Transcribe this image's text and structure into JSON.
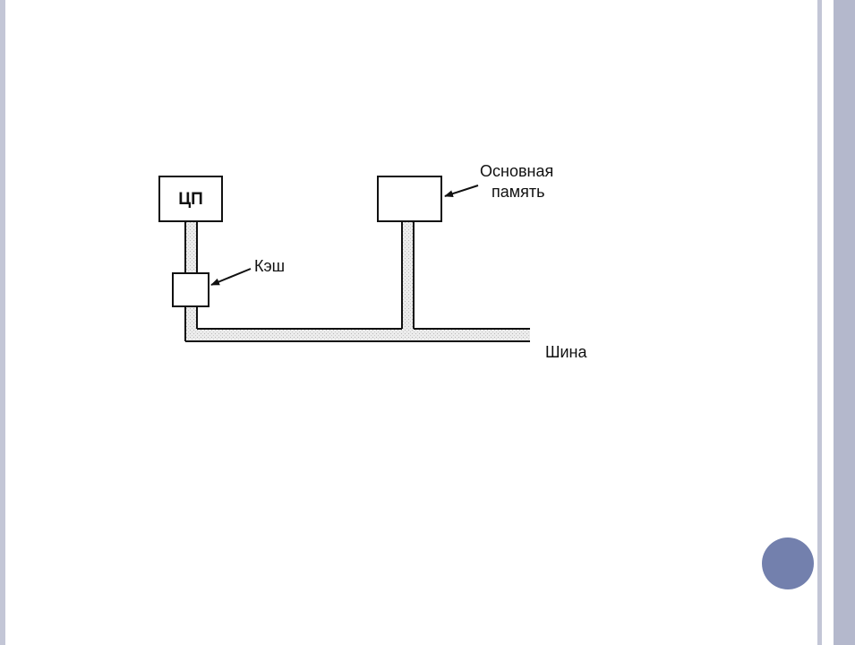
{
  "diagram": {
    "cpu_label": "ЦП",
    "cache_label": "Кэш",
    "memory_label_line1": "Основная",
    "memory_label_line2": "память",
    "bus_label": "Шина"
  },
  "colors": {
    "frame": "#c3c6d6",
    "frame_band": "#b4b8cc",
    "accent_circle": "#7380ad",
    "line": "#111111",
    "bus_fill": "#e4e4e4"
  }
}
